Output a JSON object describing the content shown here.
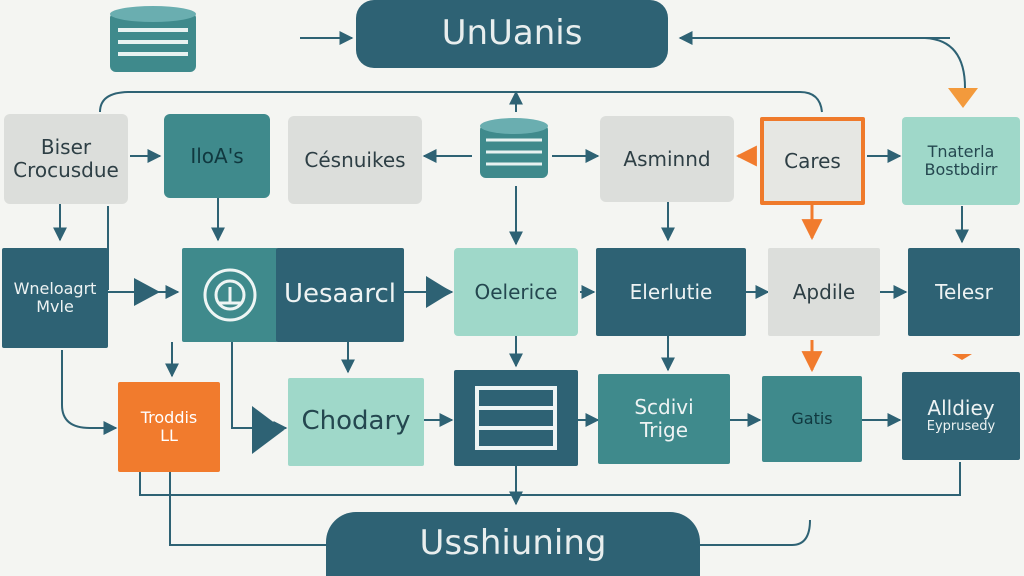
{
  "colors": {
    "dark": "#2e6274",
    "teal": "#3f8a8c",
    "mint": "#9fd8c9",
    "grey": "#dcdedb",
    "accent": "#f17b2d",
    "line": "#2e6274"
  },
  "top": {
    "label": "UnUanis"
  },
  "bottom": {
    "label": "Usshiuning"
  },
  "row1": {
    "n1": {
      "line1": "Biser",
      "line2": "Crocusdue"
    },
    "n2": {
      "label": "IloA's"
    },
    "n3": {
      "label": "Césnuikes"
    },
    "n4": {
      "label": "Asminnd"
    },
    "n5": {
      "label": "Cares"
    },
    "n6": {
      "line1": "Tnaterla",
      "line2": "Bostbdirr"
    }
  },
  "row2": {
    "n1": {
      "line1": "Wneloagrt",
      "line2": "Mvle"
    },
    "n2": {
      "label": "Uesaarcl"
    },
    "n3": {
      "label": "Oelerice"
    },
    "n4": {
      "label": "Elerlutie"
    },
    "n5": {
      "label": "Apdile"
    },
    "n6": {
      "label": "Telesr"
    }
  },
  "row3": {
    "n1": {
      "line1": "Troddis",
      "line2": "LL"
    },
    "n2": {
      "label": "Chodary"
    },
    "n4": {
      "line1": "Scdivi",
      "line2": "Trige"
    },
    "n5": {
      "label": "Gatis"
    },
    "n6": {
      "line1": "Alldiey",
      "line2": "Eyprusedy"
    }
  },
  "icons": {
    "top_left": "database-icon",
    "center": "database-icon",
    "search_box": "gauge-icon",
    "table_box": "table-icon"
  }
}
